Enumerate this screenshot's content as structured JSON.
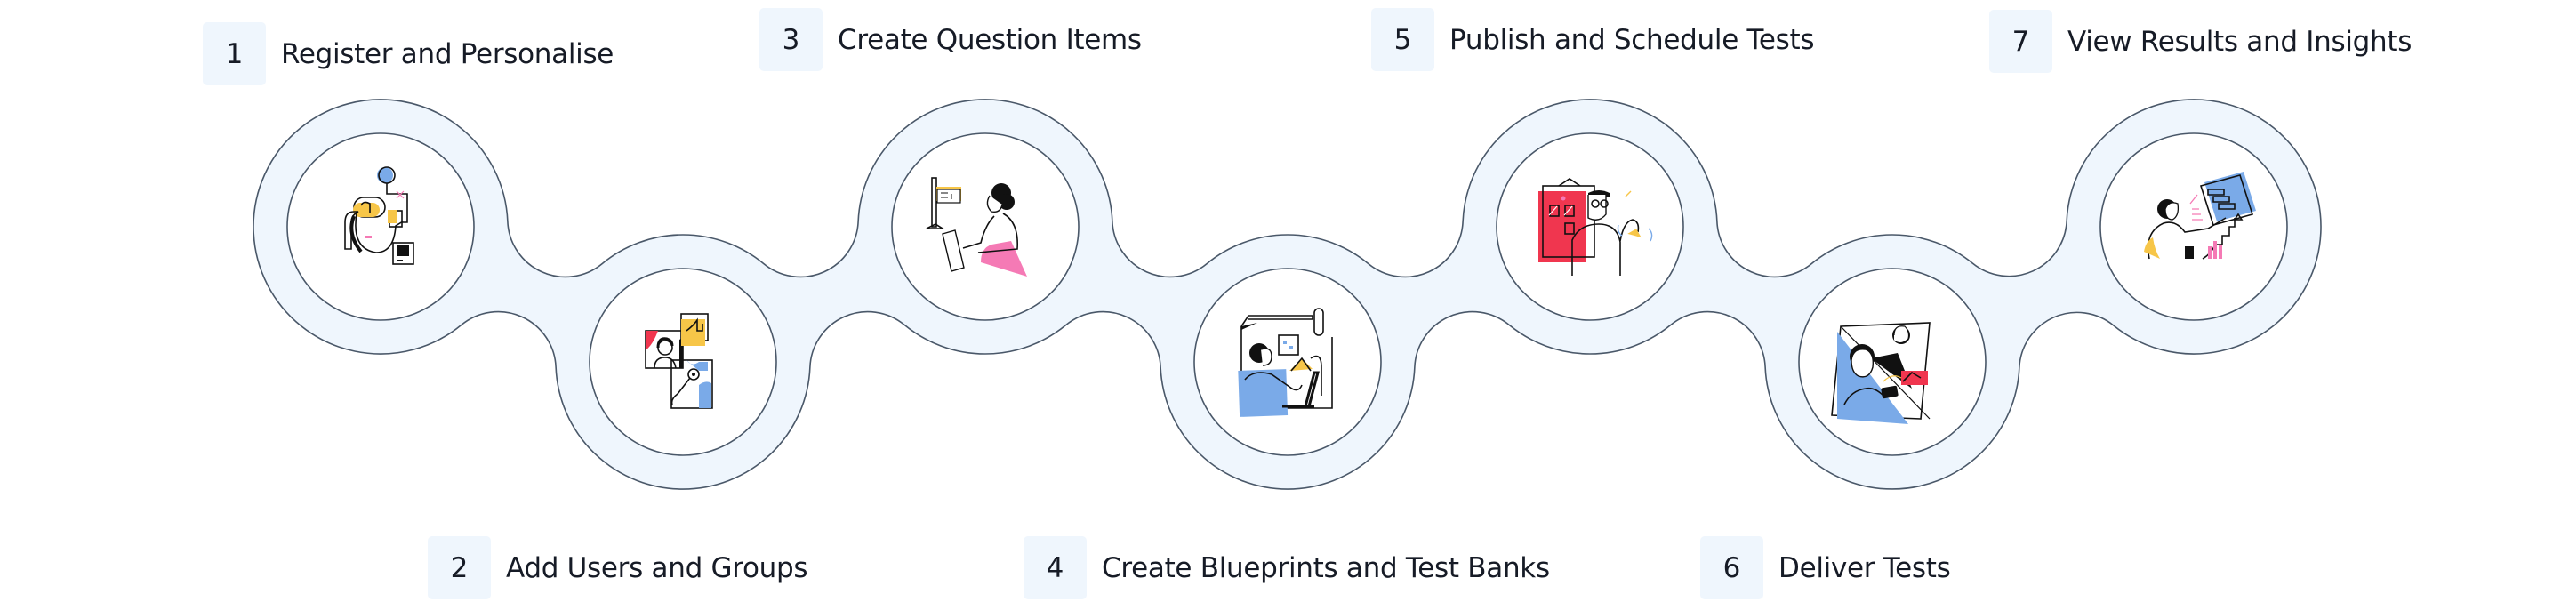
{
  "steps": [
    {
      "number": "1",
      "label": "Register and Personalise",
      "illustration": "person-pressing-switch-icon"
    },
    {
      "number": "2",
      "label": "Add Users and Groups",
      "illustration": "support-agent-and-gears-icon"
    },
    {
      "number": "3",
      "label": "Create Question Items",
      "illustration": "woman-typing-at-computer-icon"
    },
    {
      "number": "4",
      "label": "Create Blueprints and Test Banks",
      "illustration": "woman-working-at-desk-icon"
    },
    {
      "number": "5",
      "label": "Publish and Schedule Tests",
      "illustration": "man-ringing-bell-with-calendar-icon"
    },
    {
      "number": "6",
      "label": "Deliver Tests",
      "illustration": "people-with-phone-and-screen-icon"
    },
    {
      "number": "7",
      "label": "View Results and Insights",
      "illustration": "man-with-growth-chart-icon"
    }
  ],
  "colors": {
    "band_fill": "#eff6fd",
    "outline": "#4a5869",
    "badge_bg": "#eff6fd",
    "text": "#161b26",
    "yellow": "#f7c648",
    "blue": "#7aaae8",
    "red": "#f0364f",
    "pink": "#f57ab5"
  }
}
